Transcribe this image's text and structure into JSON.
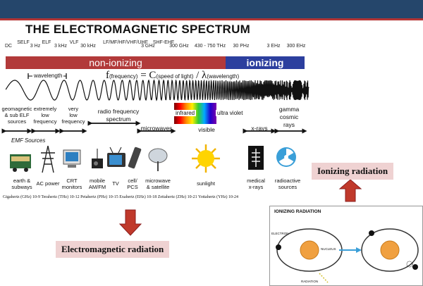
{
  "title": "THE ELECTROMAGNETIC SPECTRUM",
  "frequencies": [
    "DC",
    "SELF",
    "3 Hz",
    "ELF",
    "3 kHz",
    "VLF",
    "30 kHz",
    "LF/MF/HF/VHF/UHF",
    "3 GHz",
    "SHF-EHF",
    "300 GHz",
    "430 - 750 THz",
    "30 PHz",
    "3 EHz",
    "300 EHz"
  ],
  "bands": {
    "non_ionizing": "non-ionizing",
    "ionizing": "ionizing"
  },
  "formula": {
    "f": "f",
    "f_sub": "(frequency)",
    "eq": "= C",
    "c_sub": "(speed of light)",
    "slash": "/ λ",
    "lambda_sub": "(wavelength)"
  },
  "wavelength_label": "wavelength",
  "categories": {
    "geomagnetic": [
      "geomagnetic",
      "& sub ELF",
      "sources"
    ],
    "extremely_low": [
      "extremely",
      "low",
      "frequency"
    ],
    "very_low": [
      "very",
      "low",
      "frequency"
    ],
    "radio": [
      "radio frequency",
      "spectrum"
    ],
    "microwaves": "microwaves",
    "infrared": "infrared",
    "ultraviolet": "ultra violet",
    "visible": "visible",
    "xrays": "x-rays",
    "gamma": [
      "gamma",
      "cosmic",
      "rays"
    ]
  },
  "emf_sources_label": "EMF Sources",
  "sources": [
    {
      "icon": "train-icon",
      "label": [
        "earth &",
        "subways"
      ]
    },
    {
      "icon": "power-tower-icon",
      "label": [
        "AC power"
      ]
    },
    {
      "icon": "crt-monitor-icon",
      "label": [
        "CRT",
        "monitors"
      ]
    },
    {
      "icon": "radio-icon",
      "label": [
        "mobile",
        "AM/FM"
      ]
    },
    {
      "icon": "tv-icon",
      "label": [
        "TV"
      ]
    },
    {
      "icon": "cell-phone-icon",
      "label": [
        "cell/",
        "PCS"
      ]
    },
    {
      "icon": "satellite-dish-icon",
      "label": [
        "microwave",
        "& satellite"
      ]
    },
    {
      "icon": "sun-icon",
      "label": [
        "sunlight"
      ]
    },
    {
      "icon": "xray-icon",
      "label": [
        "medical",
        "x-rays"
      ]
    },
    {
      "icon": "radiation-icon",
      "label": [
        "radioactive",
        "sources"
      ]
    }
  ],
  "scale": "Gigahertz (GHz) 10-9   Terahertz (THz) 10-12   Petahertz (PHz) 10-15   Exahertz (EHz) 10-18   Zettahertz (ZHz) 10-21   Yottahertz (YHz) 10-24",
  "callouts": {
    "em": "Electromagnetic radiation",
    "ionizing": "Ionizing radiation"
  },
  "ion_panel": {
    "title": "IONIZING RADIATION",
    "electron": "ELECTRON",
    "nucleus": "NUCLEUS",
    "radiation": "RADIATION"
  },
  "colors": {
    "topbar": "#25466b",
    "stripe": "#b33535",
    "non_ionizing": "#b23a3a",
    "ionizing": "#2c3f9e",
    "callout_bg": "#efd2d2",
    "arrow": "#c0392b"
  }
}
